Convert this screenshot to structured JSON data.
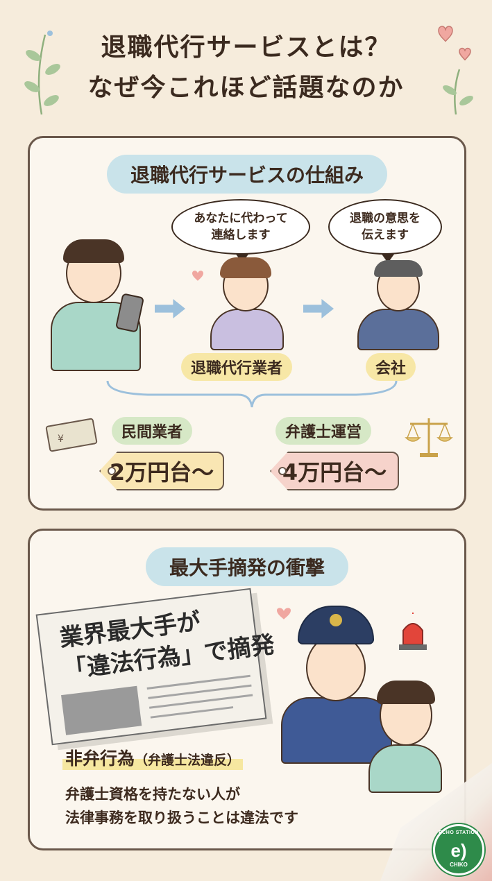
{
  "title": {
    "line1": "退職代行サービスとは？",
    "line2": "なぜ今これほど話題なのか"
  },
  "section1": {
    "heading": "退職代行サービスの仕組み",
    "bubble_agent_line1": "あなたに代わって",
    "bubble_agent_line2": "連絡します",
    "bubble_company_line1": "退職の意思を",
    "bubble_company_line2": "伝えます",
    "label_agent": "退職代行業者",
    "label_company": "会社",
    "private": {
      "label": "民間業者",
      "price": "2万円台〜"
    },
    "lawyer": {
      "label": "弁護士運営",
      "price": "4万円台〜"
    },
    "money_symbol": "¥"
  },
  "section2": {
    "heading": "最大手摘発の衝撃",
    "headline_line1": "業界最大手が",
    "headline_line2": "「違法行為」で摘発",
    "violation_main": "非弁行為",
    "violation_sub": "（弁護士法違反）",
    "desc_line1": "弁護士資格を持たない人が",
    "desc_line2": "法律事務を取り扱うことは違法です"
  },
  "logo": {
    "top": "ECHO STATION",
    "mid": "e)",
    "bottom": "CHIKO"
  },
  "colors": {
    "background": "#f6ecdc",
    "card": "#fbf6ee",
    "banner": "#c9e3ea",
    "yellow": "#f7e7a6",
    "green": "#d6e8c6",
    "pink_tag": "#f6d3cb",
    "logo": "#2e8b4a"
  }
}
